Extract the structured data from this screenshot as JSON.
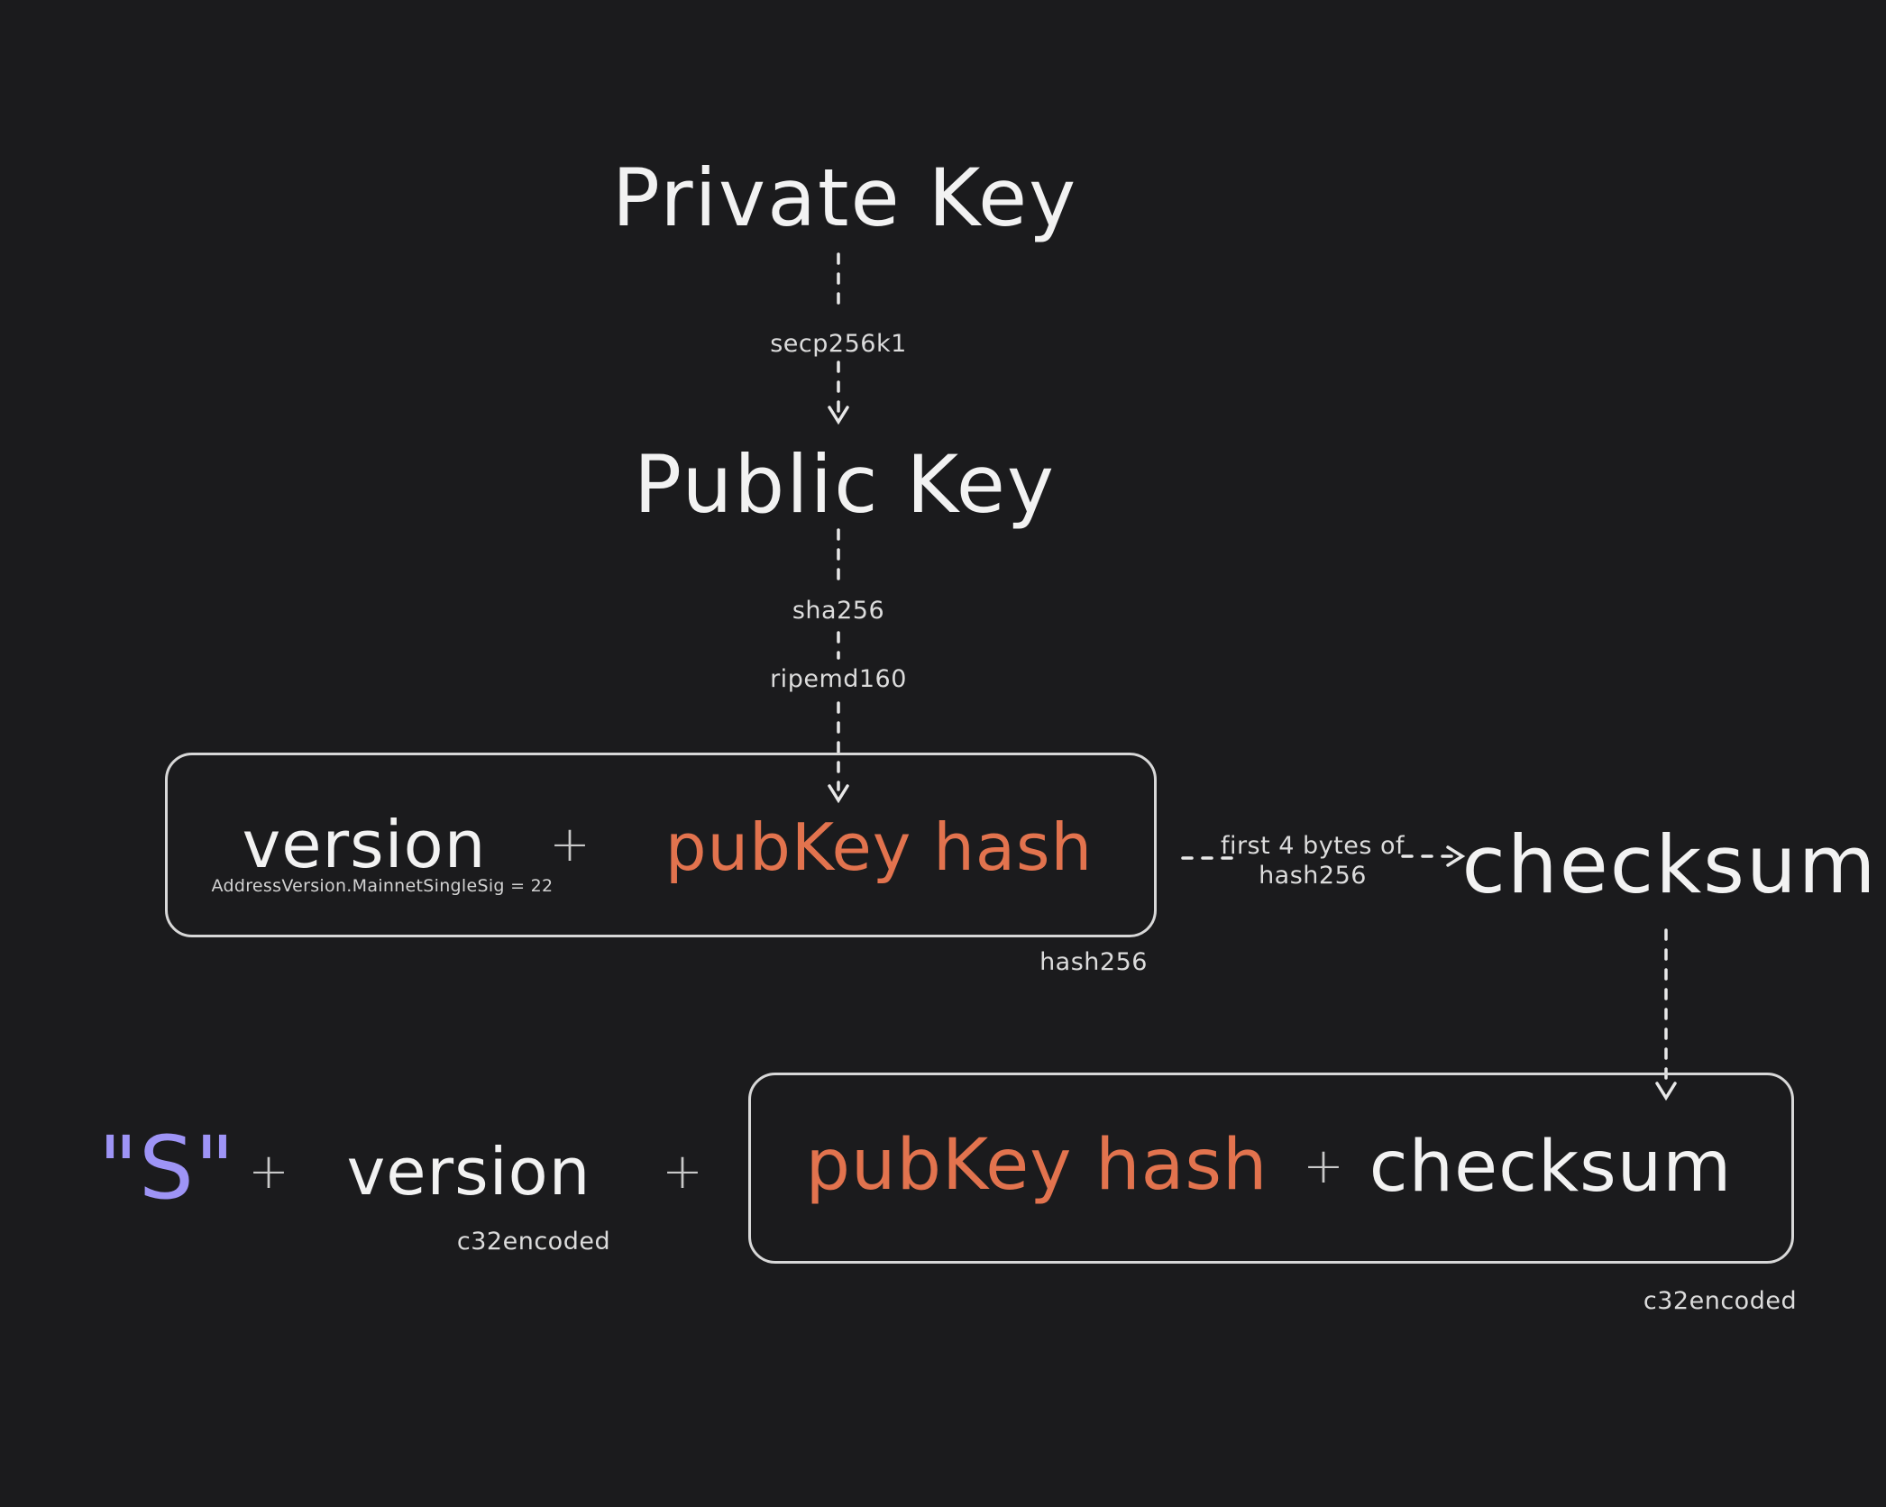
{
  "colors": {
    "bg": "#1b1b1d",
    "text": "#f2f2f2",
    "muted": "#dcdcdc",
    "orange": "#e2734e",
    "purple": "#9e94f6",
    "border": "#d8d8d8",
    "plus": "#c9c9c9"
  },
  "flow": {
    "private_key": "Private Key",
    "secp256k1": "secp256k1",
    "public_key": "Public Key",
    "sha256": "sha256",
    "ripemd160": "ripemd160"
  },
  "version_box": {
    "version": "version",
    "version_note": "AddressVersion.MainnetSingleSig = 22",
    "plus": "+",
    "pubkey_hash": "pubKey hash",
    "caption": "hash256"
  },
  "checksum_flow": {
    "edge_label_line1": "first 4 bytes of",
    "edge_label_line2": "hash256",
    "checksum": "checksum"
  },
  "address_row": {
    "prefix": "\"S\"",
    "plus_1": "+",
    "version": "version",
    "version_note": "c32encoded",
    "plus_2": "+",
    "pubkey_hash": "pubKey hash",
    "plus_3": "+",
    "checksum": "checksum",
    "caption": "c32encoded"
  }
}
